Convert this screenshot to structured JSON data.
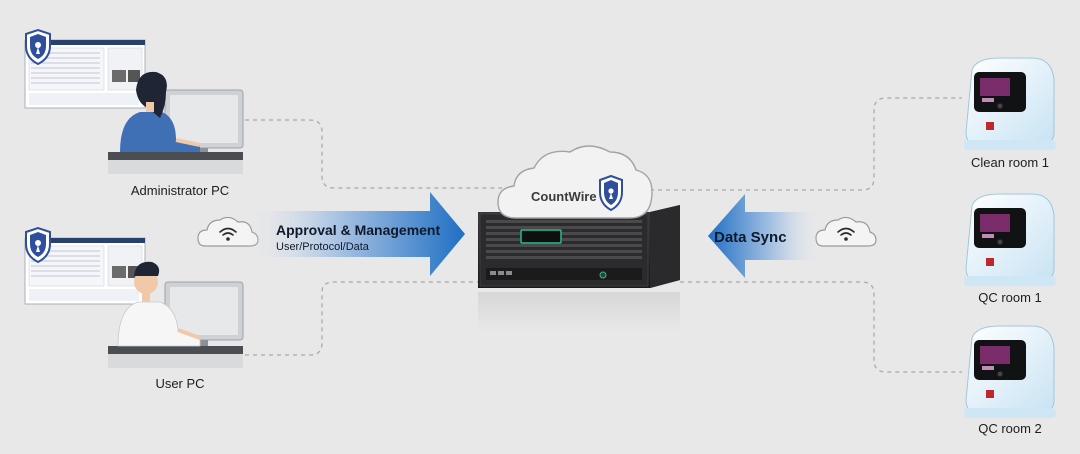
{
  "nodes": {
    "admin_pc": "Administrator PC",
    "user_pc": "User PC",
    "clean_room_1": "Clean room 1",
    "qc_room_1": "QC room 1",
    "qc_room_2": "QC room 2"
  },
  "cloud_label": "CountWire",
  "arrows": {
    "left_title": "Approval & Management",
    "left_subtitle": "User/Protocol/Data",
    "right_title": "Data Sync"
  },
  "colors": {
    "background": "#e8e8e9",
    "arrow_blue": "#1f6fc4",
    "shield_blue": "#2f4f9e",
    "screen_purple": "#7a2d6a"
  }
}
